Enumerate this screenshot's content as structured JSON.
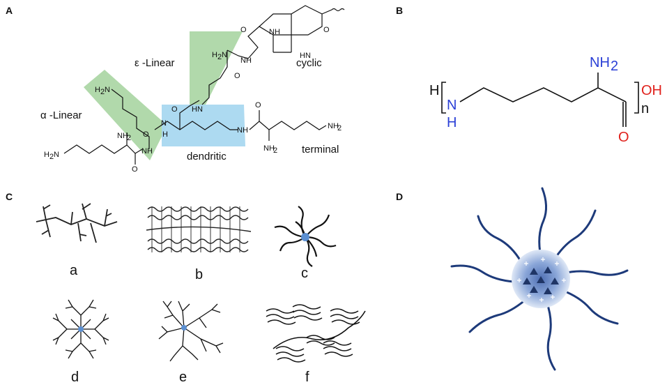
{
  "panels": {
    "a": {
      "label": "A"
    },
    "b": {
      "label": "B"
    },
    "c": {
      "label": "C"
    },
    "d": {
      "label": "D"
    }
  },
  "panel_a": {
    "regions": {
      "epsilon": "ε -Linear",
      "alpha": "α -Linear",
      "cyclic": "cyclic",
      "dendritic": "dendritic",
      "terminal": "terminal"
    },
    "atoms": {
      "nh": "NH",
      "nh2": "NH",
      "h2n": "H",
      "n": "N",
      "o": "O",
      "hn": "HN"
    }
  },
  "panel_b": {
    "h_left": "H",
    "n": "N",
    "h_below": "H",
    "nh2": "NH",
    "two": "2",
    "o": "O",
    "oh": "OH",
    "n_sub": "n"
  },
  "panel_c": {
    "sublabels": [
      "a",
      "b",
      "c",
      "d",
      "e",
      "f"
    ]
  },
  "colors": {
    "green": "#a8d5a2",
    "blue": "#a9d8f0",
    "n_blue": "#2a3fd6",
    "o_red": "#e0201b",
    "arm_blue": "#1d3a7a",
    "core": "#8aa6d8"
  }
}
